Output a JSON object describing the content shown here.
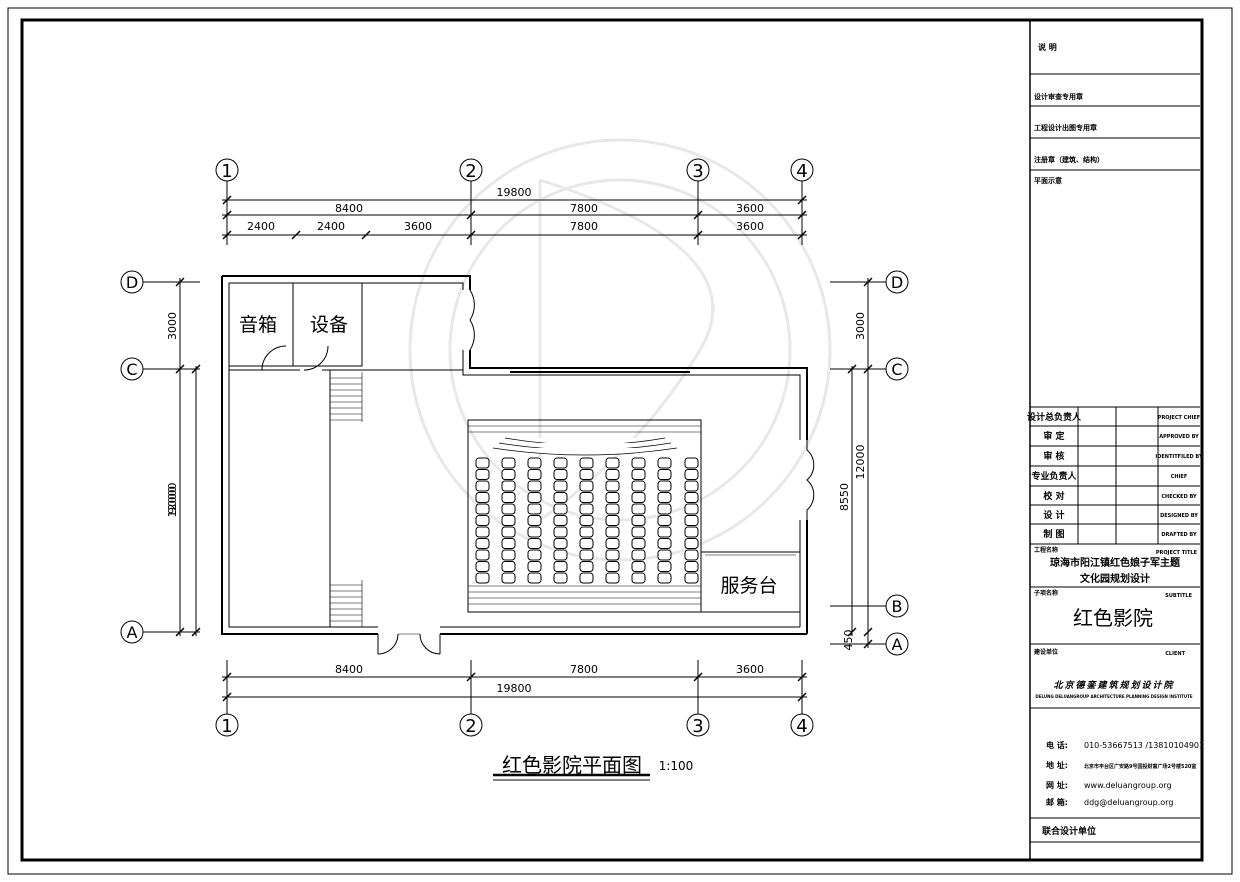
{
  "drawing": {
    "title": "红色影院平面图",
    "scale": "1:100"
  },
  "axes": {
    "numbered": [
      "1",
      "2",
      "3",
      "4"
    ],
    "lettered": [
      "A",
      "B",
      "C",
      "D"
    ]
  },
  "dimensions": {
    "top_total": "19800",
    "top_row1": [
      "8400",
      "7800",
      "3600"
    ],
    "top_row2": [
      "2400",
      "2400",
      "3600",
      "7800",
      "3600"
    ],
    "bottom_row1": [
      "8400",
      "7800",
      "3600"
    ],
    "bottom_total": "19800",
    "left_outer": [
      "3000",
      "12000"
    ],
    "left_inner": "9000",
    "right_outer": [
      "3000",
      "12000",
      "450"
    ],
    "right_inner": "8550"
  },
  "rooms": {
    "speaker_room": "音箱",
    "equipment_room": "设备",
    "service_desk": "服务台"
  },
  "title_block": {
    "notes": "说 明",
    "review_seal": "设计审查专用章",
    "drawing_seal": "工程设计出图专用章",
    "registered_seal": "注册章（建筑、结构）",
    "plan_sketch": "平面示意",
    "roles": [
      {
        "cn": "设计总负责人",
        "en": "PROJECT CHIEF"
      },
      {
        "cn": "审  定",
        "en": "APPROVED BY"
      },
      {
        "cn": "审  核",
        "en": "IDENTITFILED BY"
      },
      {
        "cn": "专业负责人",
        "en": "CHIEF"
      },
      {
        "cn": "校  对",
        "en": "CHECKED BY"
      },
      {
        "cn": "设  计",
        "en": "DESIGNED BY"
      },
      {
        "cn": "制  图",
        "en": "DRAFTED BY"
      }
    ],
    "project_label": "工程名称",
    "project_label_en": "PROJECT TITLE",
    "project_title_line1": "琼海市阳江镇红色娘子军主题",
    "project_title_line2": "文化园规划设计",
    "subtitle_label": "子项名称",
    "subtitle_label_en": "SUBTITLE",
    "subtitle": "红色影院",
    "client_label": "建设单位",
    "client_label_en": "CLIENT",
    "institute_cn": "北京德銮建筑规划设计院",
    "institute_en": "DELUNG DELUANGROUP ARCHITECTURE PLANNING DESIGN INSTITUTE",
    "contacts": [
      {
        "label": "电  话:",
        "value": "010-53667513 /13810104901"
      },
      {
        "label": "地  址:",
        "value": "北京市丰台区广安路9号国投财富广场2号楼520室"
      },
      {
        "label": "网  址:",
        "value": "www.deluangroup.org"
      },
      {
        "label": "邮  箱:",
        "value": "ddg@deluangroup.org"
      }
    ],
    "joint_design": "联合设计单位"
  }
}
